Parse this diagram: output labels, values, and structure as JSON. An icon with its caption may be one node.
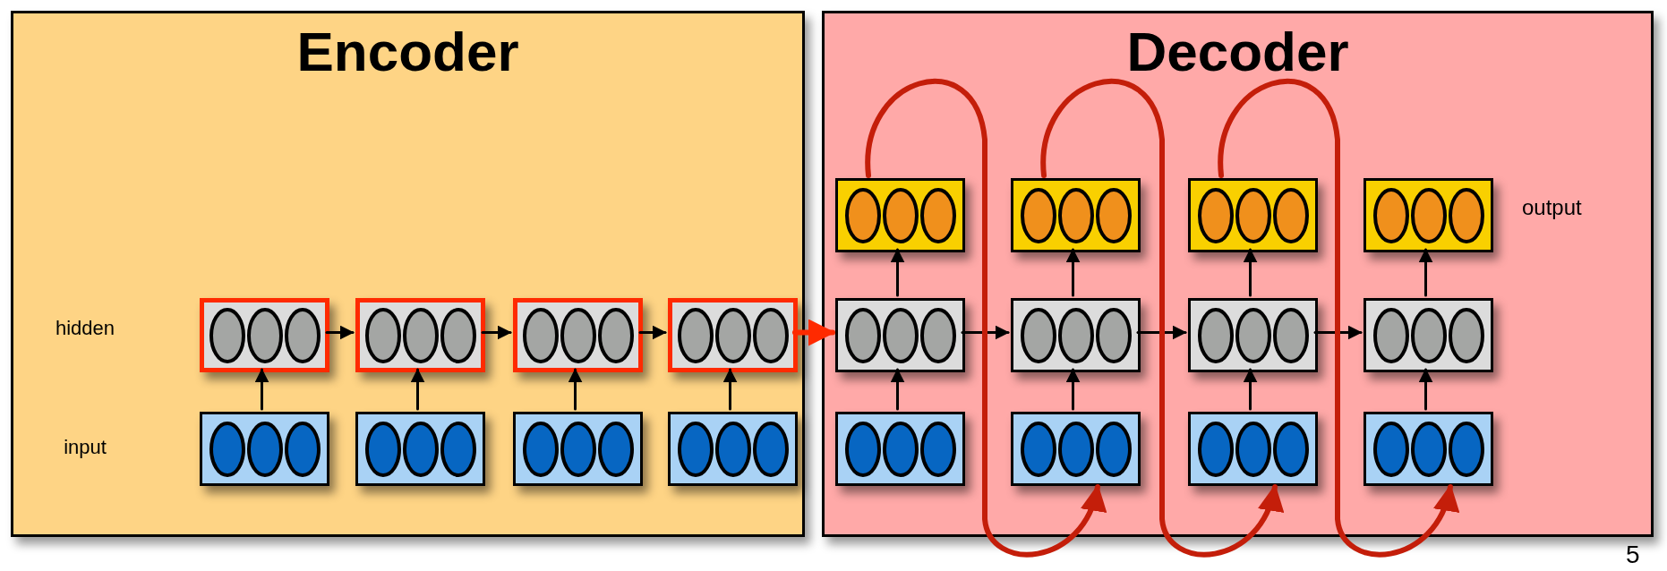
{
  "diagram": {
    "nodes": [
      {
        "text": [
          "Encoder"
        ]
      },
      {
        "text": [
          "Decoder"
        ]
      },
      {
        "text": [],
        "shape": "box",
        "in": 0
      },
      {
        "text": [],
        "shape": "box",
        "in": 0
      },
      {
        "text": [],
        "shape": "box",
        "in": 0
      },
      {
        "text": [],
        "shape": "box",
        "in": 0
      },
      {
        "text": [],
        "shape": "box",
        "in": 0
      },
      {
        "text": [],
        "shape": "box",
        "in": 0
      },
      {
        "text": [],
        "shape": "box",
        "in": 0
      },
      {
        "text": [],
        "shape": "box",
        "in": 0
      },
      {
        "text": [],
        "shape": "box",
        "in": 1
      },
      {
        "text": [],
        "shape": "box",
        "in": 1
      },
      {
        "text": [],
        "shape": "box",
        "in": 1
      },
      {
        "text": [],
        "shape": "box",
        "in": 1
      },
      {
        "text": [],
        "shape": "box",
        "in": 1
      },
      {
        "text": [],
        "shape": "box",
        "in": 1
      },
      {
        "text": [],
        "shape": "box",
        "in": 1
      },
      {
        "text": [],
        "shape": "box",
        "in": 1
      },
      {
        "text": [],
        "shape": "box",
        "in": 1
      },
      {
        "text": [],
        "shape": "box",
        "in": 1
      },
      {
        "text": [],
        "shape": "box",
        "in": 1
      },
      {
        "text": [],
        "shape": "box",
        "in": 1
      }
    ],
    "edges": [
      {
        "from": 6,
        "to": 2,
        "arrow": "to"
      },
      {
        "from": 7,
        "to": 3,
        "arrow": "to"
      },
      {
        "from": 8,
        "to": 4,
        "arrow": "to"
      },
      {
        "from": 9,
        "to": 5,
        "arrow": "to"
      },
      {
        "from": 2,
        "to": 3,
        "arrow": "to"
      },
      {
        "from": 3,
        "to": 4,
        "arrow": "to"
      },
      {
        "from": 4,
        "to": 5,
        "arrow": "to"
      },
      {
        "from": 5,
        "to": 14,
        "arrow": "to",
        "style": "thick",
        "color": "#ff2a00"
      },
      {
        "from": 18,
        "to": 14,
        "arrow": "to"
      },
      {
        "from": 19,
        "to": 15,
        "arrow": "to"
      },
      {
        "from": 20,
        "to": 16,
        "arrow": "to"
      },
      {
        "from": 21,
        "to": 17,
        "arrow": "to"
      },
      {
        "from": 14,
        "to": 10,
        "arrow": "to"
      },
      {
        "from": 15,
        "to": 11,
        "arrow": "to"
      },
      {
        "from": 16,
        "to": 12,
        "arrow": "to"
      },
      {
        "from": 17,
        "to": 13,
        "arrow": "to"
      },
      {
        "from": 14,
        "to": 15,
        "arrow": "to"
      },
      {
        "from": 15,
        "to": 16,
        "arrow": "to"
      },
      {
        "from": 16,
        "to": 17,
        "arrow": "to"
      },
      {
        "from": 10,
        "to": 19,
        "arrow": "to",
        "style": "thick",
        "color": "#c41e0a"
      },
      {
        "from": 11,
        "to": 20,
        "arrow": "to",
        "style": "thick",
        "color": "#c41e0a"
      },
      {
        "from": 12,
        "to": 21,
        "arrow": "to",
        "style": "thick",
        "color": "#c41e0a"
      }
    ],
    "labels": [
      "hidden",
      "input",
      "output",
      "5"
    ]
  }
}
